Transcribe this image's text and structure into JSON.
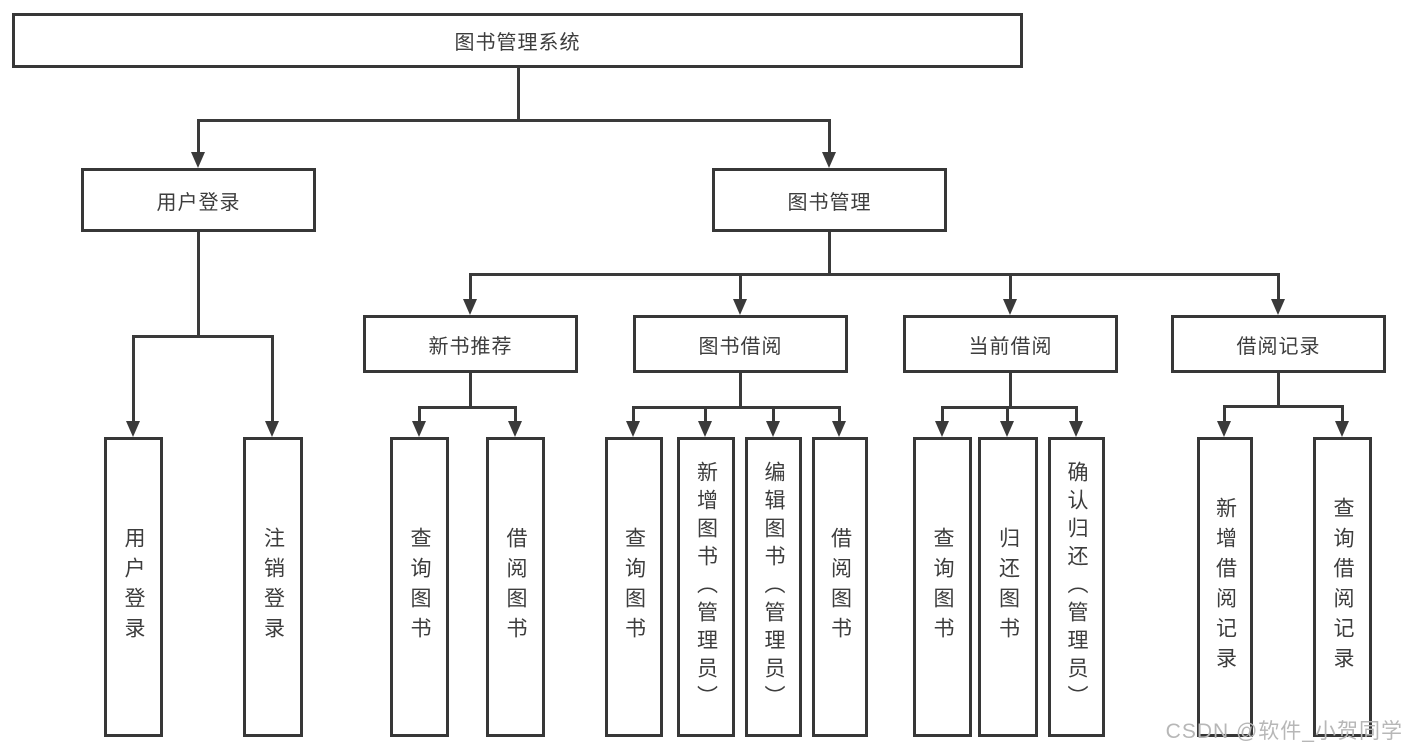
{
  "tree": {
    "root": {
      "label": "图书管理系统"
    },
    "branches": [
      {
        "label": "用户登录",
        "leaves": [
          "用户登录",
          "注销登录"
        ]
      },
      {
        "label": "图书管理",
        "sections": [
          {
            "label": "新书推荐",
            "leaves": [
              "查询图书",
              "借阅图书"
            ]
          },
          {
            "label": "图书借阅",
            "leaves": [
              "查询图书",
              "新增图书（管理员）",
              "编辑图书（管理员）",
              "借阅图书"
            ]
          },
          {
            "label": "当前借阅",
            "leaves": [
              "查询图书",
              "归还图书",
              "确认归还（管理员）"
            ]
          },
          {
            "label": "借阅记录",
            "leaves": [
              "新增借阅记录",
              "查询借阅记录"
            ]
          }
        ]
      }
    ]
  },
  "watermark": {
    "text": "CSDN @软件_小贺同学",
    "color": "#b7b7b7"
  },
  "colors": {
    "line": "#3a3a3a",
    "box_border": "#373737",
    "text": "#3d3d3d",
    "background": "#ffffff"
  }
}
